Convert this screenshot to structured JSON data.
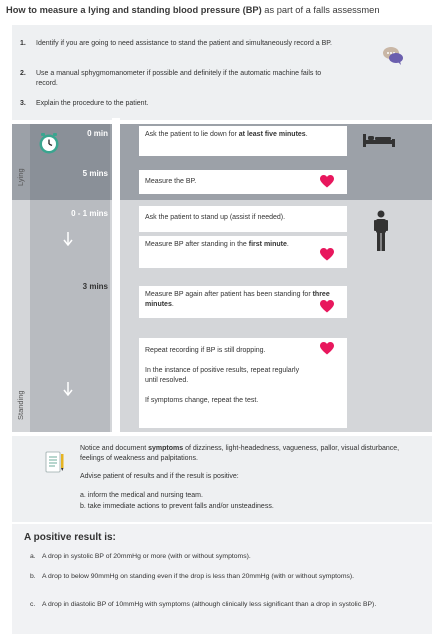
{
  "title": {
    "bold": "How to measure a lying and standing blood pressure (BP)",
    "light": " as part of a falls assessmen"
  },
  "intro": [
    {
      "num": "1.",
      "text": "Identify if you are going to need assistance to stand the patient and simultaneously record a BP."
    },
    {
      "num": "2.",
      "text": "Use a manual sphygmomanometer if possible and definitely if the automatic machine fails to record."
    },
    {
      "num": "3.",
      "text": "Explain the procedure to the patient."
    }
  ],
  "sections": {
    "lying": "Lying",
    "standing": "Standing"
  },
  "times": {
    "t0": "0 min",
    "t5": "5 mins",
    "t01": "0 - 1 mins",
    "t3": "3 mins"
  },
  "steps": {
    "s1_pre": "Ask the patient to  lie down for ",
    "s1_bold": "at least five minutes",
    "s1_post": ".",
    "s2": "Measure the BP.",
    "s3": "Ask the patient to stand up (assist if needed).",
    "s4_pre": "Measure BP after standing in the ",
    "s4_bold": "first minute",
    "s4_post": ".",
    "s5_pre": "Measure BP again after patient has been standing for ",
    "s5_bold": "three minutes",
    "s5_post": ".",
    "s6a": "Repeat recording if BP is still dropping.",
    "s6b": "In the instance of positive results, repeat regularly until resolved.",
    "s6c": "If symptoms change, repeat the test."
  },
  "notice": {
    "p1_pre": "Notice and document ",
    "p1_bold": "symptoms",
    "p1_post": " of dizziness, light-headedness, vagueness, pallor, visual disturbance, feelings of weakness and palpitations.",
    "p2": "Advise patient of results and if the result is positive:",
    "p3": "a.  inform the medical and nursing team.",
    "p4": "b.  take immediate actions to prevent falls and/or unsteadiness."
  },
  "positive": {
    "title": "A positive result is:",
    "items": [
      {
        "letter": "a.",
        "text": "A drop in systolic BP of 20mmHg or more (with or without symptoms)."
      },
      {
        "letter": "b.",
        "text": "A drop to below 90mmHg on standing even if the drop is less than 20mmHg (with or without symptoms)."
      },
      {
        "letter": "c.",
        "text": "A drop in diastolic BP of 10mmHg with symptoms  (although clinically less significant than a drop in systolic BP)."
      }
    ]
  },
  "colors": {
    "heart": "#e8175d",
    "clock": "#3aa58f",
    "lying_bg": "#9ca1a8",
    "standing_bg": "#d4d6d9"
  },
  "icons": {
    "clock": "clock-icon",
    "bed": "bed-icon",
    "person": "person-standing-icon",
    "heart": "heart-icon",
    "chat": "chat-bubble-icon",
    "notepad": "notepad-icon",
    "arrow": "arrow-down-icon"
  }
}
